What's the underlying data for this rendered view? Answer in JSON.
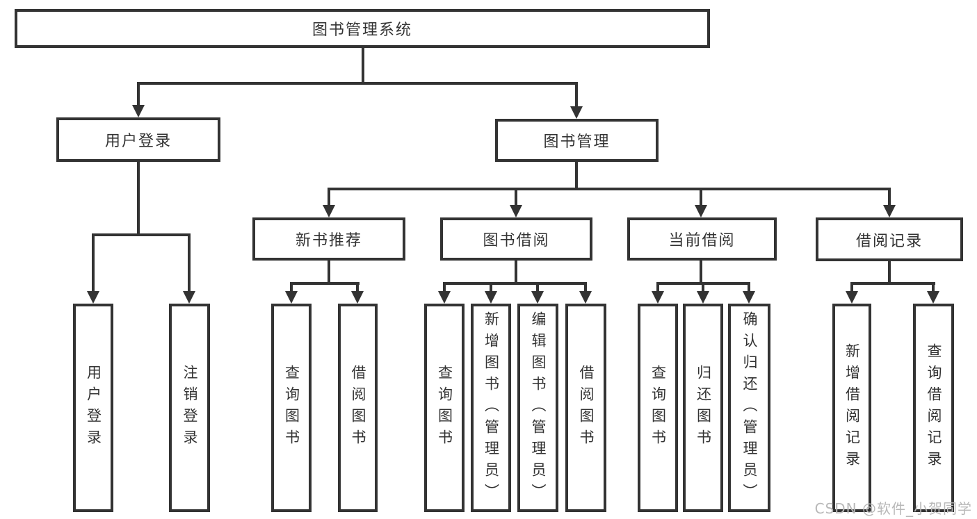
{
  "title": "图书管理系统",
  "watermark": "CSDN @软件_小贺同学",
  "colors": {
    "line": "#333333",
    "text": "#333333",
    "background": "#ffffff",
    "watermark": "#b8b8b8"
  },
  "tree": {
    "label": "图书管理系统",
    "children": [
      {
        "label": "用户登录",
        "children": [
          {
            "label": "用户登录"
          },
          {
            "label": "注销登录"
          }
        ]
      },
      {
        "label": "图书管理",
        "children": [
          {
            "label": "新书推荐",
            "children": [
              {
                "label": "查询图书"
              },
              {
                "label": "借阅图书"
              }
            ]
          },
          {
            "label": "图书借阅",
            "children": [
              {
                "label": "查询图书"
              },
              {
                "label": "新增图书（管理员）"
              },
              {
                "label": "编辑图书（管理员）"
              },
              {
                "label": "借阅图书"
              }
            ]
          },
          {
            "label": "当前借阅",
            "children": [
              {
                "label": "查询图书"
              },
              {
                "label": "归还图书"
              },
              {
                "label": "确认归还（管理员）"
              }
            ]
          },
          {
            "label": "借阅记录",
            "children": [
              {
                "label": "新增借阅记录"
              },
              {
                "label": "查询借阅记录"
              }
            ]
          }
        ]
      }
    ]
  }
}
